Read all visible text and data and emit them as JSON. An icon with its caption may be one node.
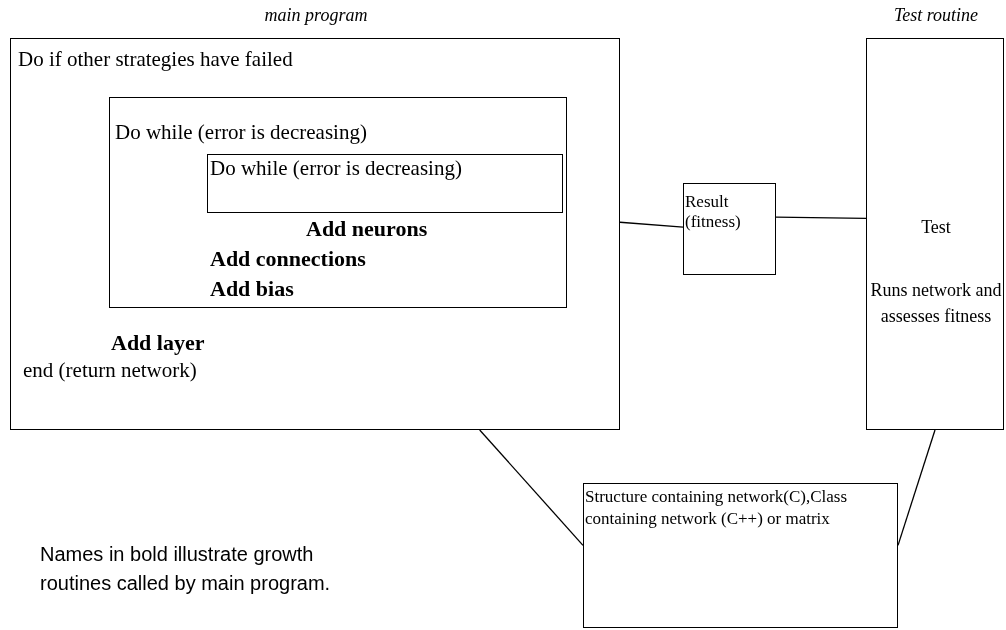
{
  "diagram": {
    "nodes": [
      {
        "text": [
          "main program",
          "Do if other strategies have failed",
          "Add layer",
          "end (return network)"
        ]
      },
      {
        "text": [
          "Do while (error is decreasing)",
          "Add neurons",
          "Add connections",
          "Add bias"
        ],
        "in": 0
      },
      {
        "text": [
          "Do while (error is decreasing)"
        ],
        "in": 1
      },
      {
        "text": [
          "Result (fitness)"
        ]
      },
      {
        "text": [
          "Test routine",
          "Test",
          "Runs network and assesses fitness"
        ]
      },
      {
        "text": [
          "Structure containing network(C),Class containing network (C++) or matrix"
        ]
      }
    ],
    "edges": [
      {
        "from": 0,
        "to": 3,
        "arrow": "none"
      },
      {
        "from": 3,
        "to": 4,
        "arrow": "none"
      },
      {
        "from": 0,
        "to": 5,
        "arrow": "none"
      },
      {
        "from": 4,
        "to": 5,
        "arrow": "none"
      }
    ],
    "labels": [
      "Names in bold illustrate growth routines called by main program."
    ]
  }
}
